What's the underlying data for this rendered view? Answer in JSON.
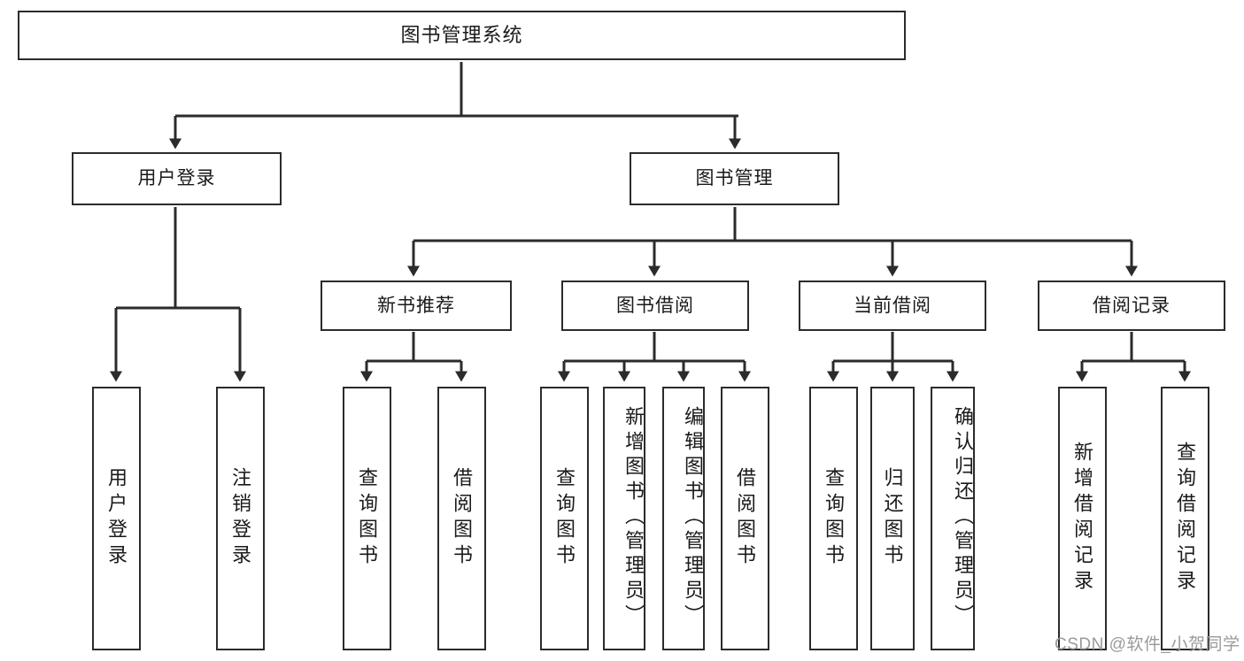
{
  "diagram": {
    "title": "图书管理系统",
    "type": "hierarchy-tree",
    "stroke_color": "#2b2b2b",
    "background_color": "#ffffff",
    "root": {
      "label": "图书管理系统"
    },
    "level2": [
      {
        "label": "用户登录"
      },
      {
        "label": "图书管理"
      }
    ],
    "level3": [
      {
        "label": "新书推荐"
      },
      {
        "label": "图书借阅"
      },
      {
        "label": "当前借阅"
      },
      {
        "label": "借阅记录"
      }
    ],
    "leaves": {
      "user_login": [
        {
          "label": "用户登录"
        },
        {
          "label": "注销登录"
        }
      ],
      "new_book": [
        {
          "label": "查询图书"
        },
        {
          "label": "借阅图书"
        }
      ],
      "book_borrow": [
        {
          "label": "查询图书"
        },
        {
          "label": "新增图书（管理员）"
        },
        {
          "label": "编辑图书（管理员）"
        },
        {
          "label": "借阅图书"
        }
      ],
      "current_borrow": [
        {
          "label": "查询图书"
        },
        {
          "label": "归还图书"
        },
        {
          "label": "确认归还（管理员）"
        }
      ],
      "borrow_record": [
        {
          "label": "新增借阅记录"
        },
        {
          "label": "查询借阅记录"
        }
      ]
    }
  },
  "watermark": {
    "text": "CSDN @软件_小贺同学",
    "color": "#9a9a9a"
  }
}
